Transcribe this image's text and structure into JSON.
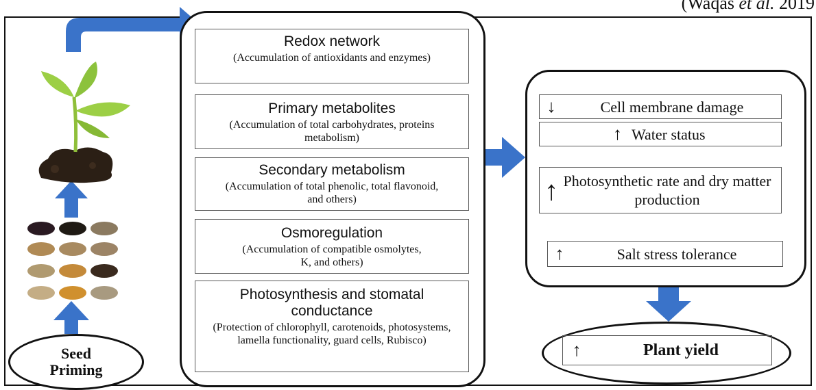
{
  "citation": {
    "text": "(Waqas ",
    "etal": "et al.",
    "year": " 2019"
  },
  "seed_priming": {
    "label": "Seed\nPriming"
  },
  "mechanisms": [
    {
      "title": "Redox network",
      "subtitle": "(Accumulation of antioxidants and enzymes)"
    },
    {
      "title": "Primary metabolites",
      "subtitle": "(Accumulation of total carbohydrates, proteins metabolism)"
    },
    {
      "title": "Secondary metabolism",
      "subtitle": "(Accumulation of total phenolic, total flavonoid, and others)"
    },
    {
      "title": "Osmoregulation",
      "subtitle": "(Accumulation of compatible osmolytes, K, and others)"
    },
    {
      "title": "Photosynthesis and stomatal conductance",
      "subtitle": "(Protection of chlorophyll, carotenoids, photosystems, lamella functionality, guard cells, Rubisco)"
    }
  ],
  "outcomes": [
    {
      "arrow": "↓",
      "text": "Cell membrane damage"
    },
    {
      "arrow": "↑",
      "text": "Water status"
    },
    {
      "arrow": "↑",
      "text": "Photosynthetic rate and dry matter production"
    },
    {
      "arrow": "↑",
      "text": "Salt stress tolerance"
    }
  ],
  "final": {
    "arrow": "↑",
    "text": "Plant yield"
  },
  "colors": {
    "arrow_blue": "#3a73c9",
    "border": "#111111"
  }
}
